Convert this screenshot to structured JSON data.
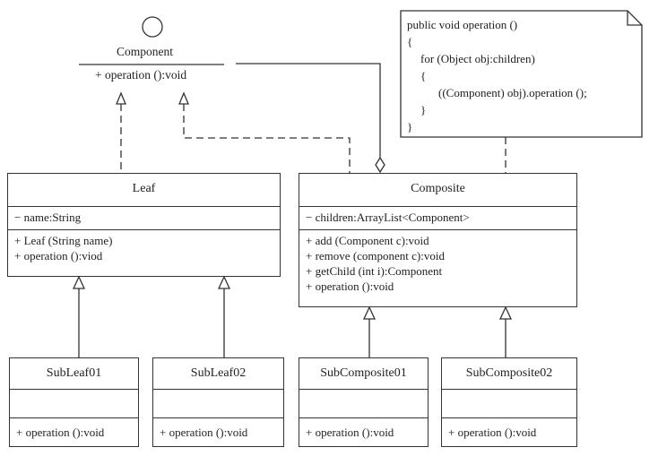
{
  "component": {
    "name": "Component",
    "operation": "+ operation ():void"
  },
  "note": {
    "lines": [
      "public void operation ()",
      "{",
      "for (Object obj:children)",
      "{",
      "((Component) obj).operation ();",
      "}",
      "}"
    ]
  },
  "leaf": {
    "name": "Leaf",
    "attribute": "− name:String",
    "methods": [
      "+ Leaf (String name)",
      "+ operation ():viod"
    ]
  },
  "composite": {
    "name": "Composite",
    "attribute": "− children:ArrayList<Component>",
    "methods": [
      "+ add (Component c):void",
      "+ remove (component c):void",
      "+ getChild (int i):Component",
      "+ operation ():void"
    ]
  },
  "subclasses": [
    {
      "name": "SubLeaf01",
      "method": "+ operation ():void"
    },
    {
      "name": "SubLeaf02",
      "method": "+ operation ():void"
    },
    {
      "name": "SubComposite01",
      "method": "+ operation ():void"
    },
    {
      "name": "SubComposite02",
      "method": "+ operation ():void"
    }
  ]
}
